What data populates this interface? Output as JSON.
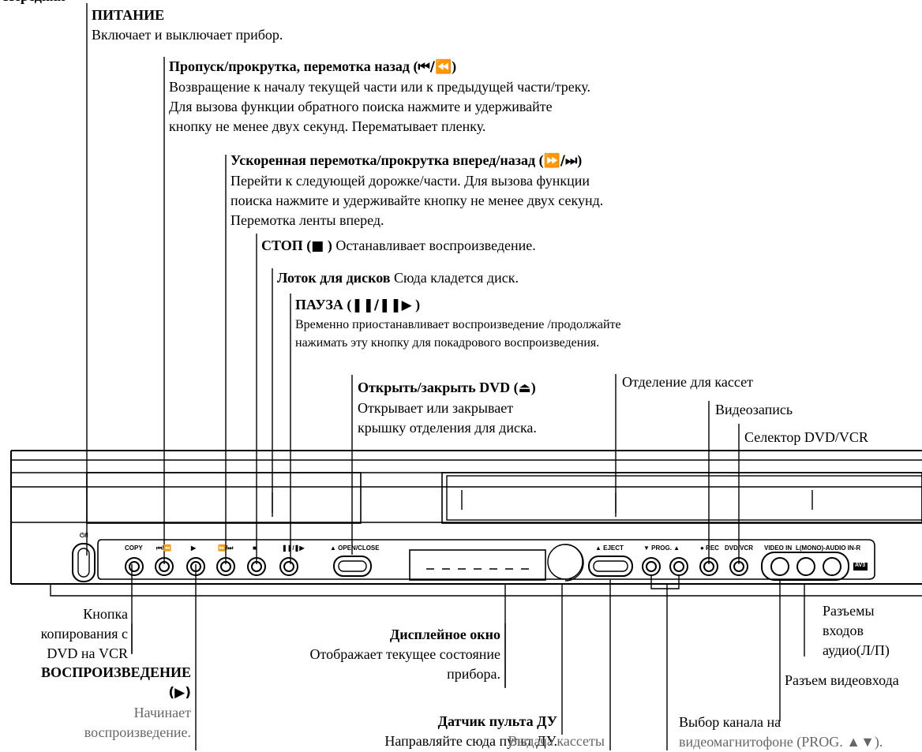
{
  "top_partial": "Передняя",
  "labels": {
    "power": {
      "title": "ПИТАНИЕ",
      "desc": "Включает и выключает прибор."
    },
    "skip_back": {
      "title": "Пропуск/прокрутка, перемотка назад (",
      "sym": "⏮/⏪",
      "close": ")",
      "lines": [
        "Возвращение к началу текущей части или к предыдущей части/треку.",
        "Для вызова функции обратного поиска нажмите и удерживайте",
        "кнопку не менее двух секунд. Перематывает пленку."
      ]
    },
    "skip_fwd": {
      "title": "Ускоренная перемотка/прокрутка вперед/назад (",
      "sym": "⏩/⏭",
      "close": ")",
      "lines": [
        "Перейти к следующей дорожке/части. Для вызова функции",
        "поиска нажмите и удерживайте кнопку не менее двух секунд.",
        "Перемотка ленты вперед."
      ]
    },
    "stop": {
      "title": "СТОП (",
      "sym": "■",
      "close": ")",
      "desc": "Останавливает воспроизведение."
    },
    "tray": {
      "title": "Лоток для дисков",
      "desc": "Сюда кладется диск."
    },
    "pause": {
      "title": "ПАУЗА (",
      "sym": "❚❚/❚❚▶",
      "close": ")",
      "lines": [
        "Временно приостанавливает воспроизведение /продолжайте",
        "нажимать эту кнопку для покадрового воспроизведения."
      ]
    },
    "open_close": {
      "title": "Открыть/закрыть DVD (",
      "sym": "⏏",
      "close": ")",
      "lines": [
        "Открывает или закрывает",
        "крышку отделения для диска."
      ]
    },
    "cassette": {
      "text": "Отделение для кассет"
    },
    "rec": {
      "text": "Видеозапись"
    },
    "selector": {
      "text": "Селектор DVD/VCR"
    },
    "copy": {
      "lines": [
        "Кнопка",
        "копирования с",
        "DVD на VCR"
      ]
    },
    "play": {
      "title": "ВОСПРОИЗВЕДЕНИЕ",
      "sym": "(▶)",
      "lines": [
        "Начинает",
        "воспроизведение."
      ]
    },
    "display": {
      "title": "Дисплейное окно",
      "lines": [
        "Отображает текущее состояние",
        "прибора."
      ]
    },
    "remote": {
      "title": "Датчик пульта ДУ",
      "desc": "Направляйте сюда пульт ДУ."
    },
    "eject": {
      "text": "Выдача кассеты"
    },
    "prog": {
      "lines": [
        "Выбор канала на",
        "видеомагнитофоне (PROG. ▲▼)."
      ]
    },
    "audio_in": {
      "lines": [
        "Разъемы",
        "входов",
        "аудио(Л/П)"
      ]
    },
    "video_in": {
      "text": "Разъем видеовхода"
    }
  },
  "device": {
    "power_label": "⏻/I",
    "copy": "COPY",
    "skip_back": "⏮/⏪",
    "play": "▶",
    "skip_fwd": "⏩/⏭",
    "stop": "■",
    "pause": "❚❚/❚▶",
    "open_close": "▲ OPEN/CLOSE",
    "eject": "▲ EJECT",
    "prog": "▼ PROG. ▲",
    "rec": "● REC",
    "dvd_vcr": "DVD/VCR",
    "video_in": "VIDEO IN",
    "audio": "L(MONO)-AUDIO IN-R",
    "av": "AV3"
  }
}
